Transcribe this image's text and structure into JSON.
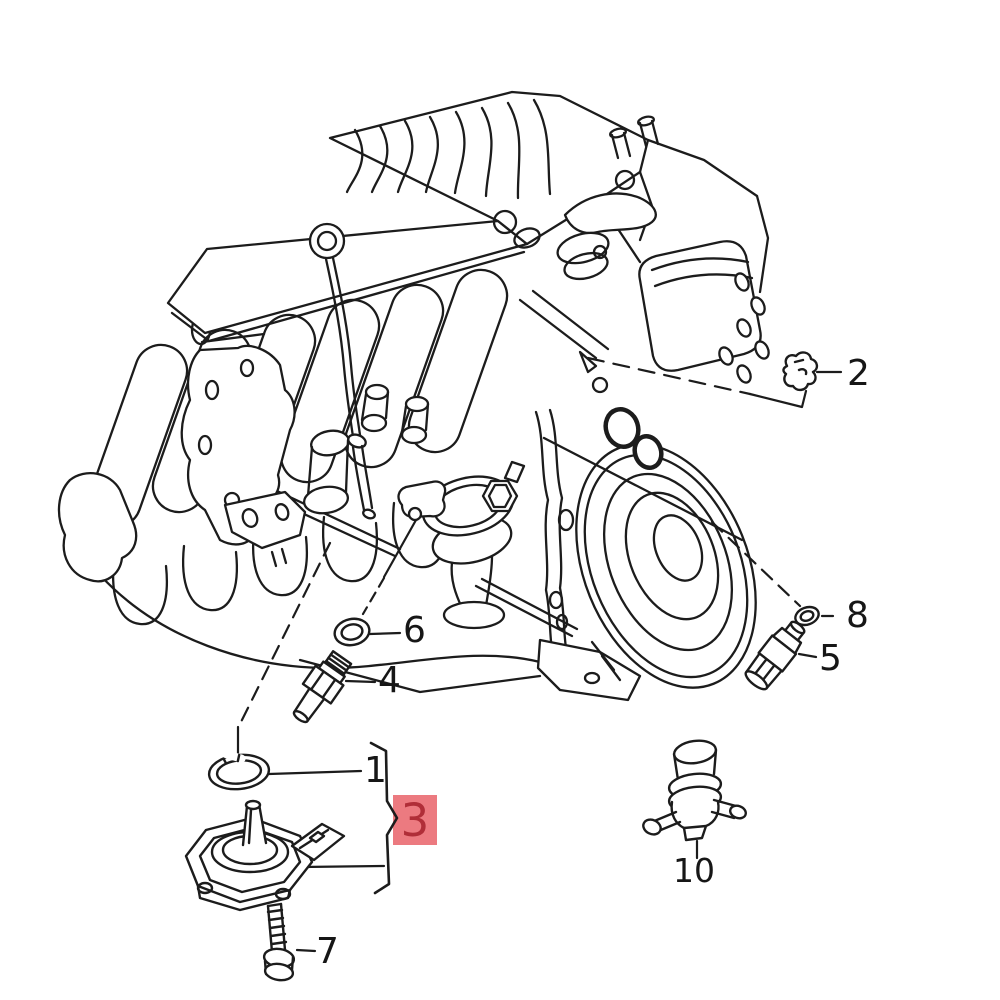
{
  "figure": {
    "background_color": "#ffffff",
    "line_color": "#1c1c1c",
    "description_visible_text_only": true
  },
  "highlight": {
    "box_color": "#ec7a80",
    "text_color": "#b02e38",
    "label": "3"
  },
  "callouts": {
    "c1": "1",
    "c2": "2",
    "c3": "3",
    "c4": "4",
    "c5": "5",
    "c6": "6",
    "c7": "7",
    "c8": "8",
    "c10": "10"
  }
}
